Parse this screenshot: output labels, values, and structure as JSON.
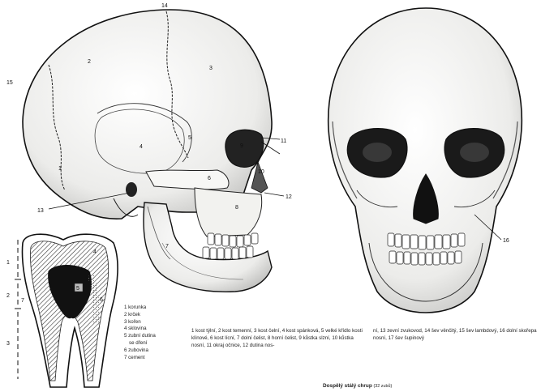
{
  "lateral_labels": [
    "1",
    "2",
    "3",
    "4",
    "5",
    "6",
    "7",
    "8",
    "9",
    "10",
    "11",
    "12",
    "13",
    "14",
    "15"
  ],
  "frontal_labels": [
    "16"
  ],
  "tooth_labels": [
    "1",
    "2",
    "3",
    "4",
    "5",
    "6",
    "7"
  ],
  "tooth_legend": [
    "1 korunka",
    "2 krček",
    "3 kořen",
    "4 sklovina",
    "5 zubní dutina",
    "se dření",
    "6 zubovina",
    "7 cement"
  ],
  "caption_left": "1 kost týlní, 2 kost temenní, 3 kost čelní, 4 kost spánková, 5 velké křídlo kosti klínové, 6 kost lícní, 7 dolní čelist, 8 horní čelist, 9 kůstka slzní, 10 kůstka nosní, 11 okraj očnice, 12 dutina nos-",
  "caption_right": "ní, 13 zevní zvukovod, 14 šev věnčitý, 15 šev lambdový, 16 dolní skořepa nosní, 17 šev šupinový",
  "plate_title": "Dospělý stálý chrup",
  "plate_title_note": "(32 zubů)",
  "colors": {
    "ink": "#1a1a1a",
    "bone": "#f4f4f0",
    "shade": "#9a9a9a"
  }
}
